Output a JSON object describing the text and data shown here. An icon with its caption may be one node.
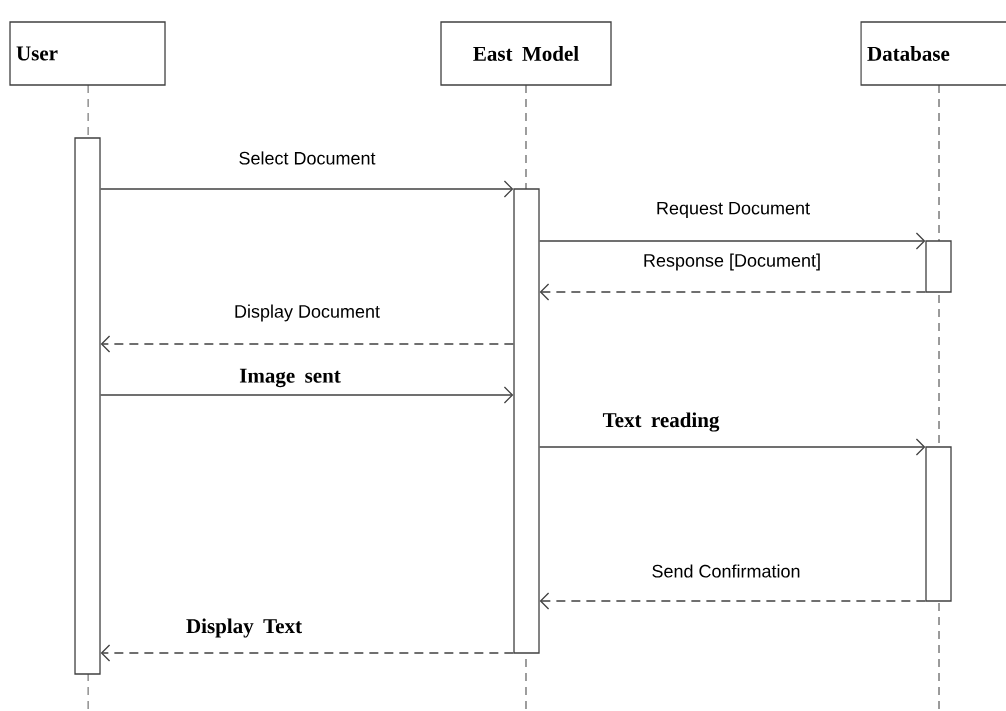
{
  "diagram": {
    "nodes": [
      {
        "text": [
          "User"
        ]
      },
      {
        "text": [
          "East Model"
        ]
      },
      {
        "text": [
          "Database"
        ]
      },
      {
        "text": [],
        "shape": "bar"
      },
      {
        "text": [],
        "shape": "bar"
      },
      {
        "text": [],
        "shape": "bar"
      },
      {
        "text": [],
        "shape": "bar"
      }
    ],
    "edges": [
      {
        "from": 3,
        "to": 4,
        "arrow": "to",
        "label": "Select Document"
      },
      {
        "from": 4,
        "to": 5,
        "arrow": "to",
        "label": "Request Document"
      },
      {
        "from": 5,
        "to": 4,
        "arrow": "to",
        "label": "Response [Document]",
        "style": "dashed"
      },
      {
        "from": 4,
        "to": 3,
        "arrow": "to",
        "label": "Display Document",
        "style": "dashed"
      },
      {
        "from": 3,
        "to": 4,
        "arrow": "to",
        "label": "Image sent"
      },
      {
        "from": 4,
        "to": 6,
        "arrow": "to",
        "label": "Text reading"
      },
      {
        "from": 6,
        "to": 4,
        "arrow": "to",
        "label": "Send Confirmation",
        "style": "dashed"
      },
      {
        "from": 4,
        "to": 3,
        "arrow": "to",
        "label": "Display Text",
        "style": "dashed"
      }
    ]
  }
}
